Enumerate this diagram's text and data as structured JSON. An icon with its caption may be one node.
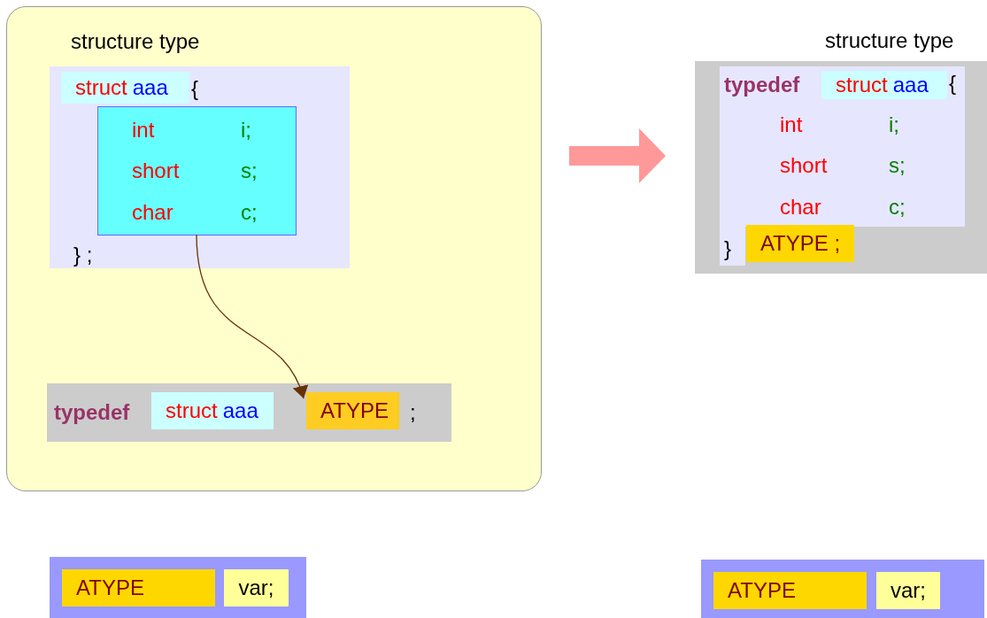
{
  "diagram": {
    "nodes": [
      {
        "text": [
          "structure type"
        ]
      },
      {
        "text": [
          "{",
          "} ;"
        ],
        "in": 0
      },
      {
        "text": [
          "struct",
          "aaa"
        ],
        "in": 1
      },
      {
        "text": [
          "int",
          "i;",
          "short",
          "s;",
          "char",
          "c;"
        ],
        "in": 1
      },
      {
        "text": [
          "typedef",
          ";"
        ],
        "in": 0
      },
      {
        "text": [
          "struct",
          "aaa"
        ],
        "in": 4
      },
      {
        "text": [
          "ATYPE"
        ],
        "in": 4
      },
      {
        "text": [
          "structure type"
        ]
      },
      {
        "text": [
          "typedef",
          "{",
          "int",
          "i;",
          "short",
          "s;",
          "char",
          "c;",
          "}"
        ],
        "in": 7
      },
      {
        "text": [
          "struct",
          "aaa"
        ],
        "in": 8
      },
      {
        "text": [
          "ATYPE ;"
        ],
        "in": 7
      },
      {
        "text": [],
        "shape": "bar"
      },
      {
        "text": [
          "ATYPE"
        ],
        "in": 11
      },
      {
        "text": [
          "var;"
        ],
        "in": 11
      },
      {
        "text": [],
        "shape": "bar"
      },
      {
        "text": [
          "ATYPE"
        ],
        "in": 14
      },
      {
        "text": [
          "var;"
        ],
        "in": 14
      }
    ],
    "edges": [
      {
        "from": 3,
        "to": 6,
        "arrow": "to",
        "color": "#663300"
      },
      {
        "from": 0,
        "to": 7,
        "arrow": "to",
        "style": "thick",
        "color": "#ff9999"
      }
    ]
  }
}
